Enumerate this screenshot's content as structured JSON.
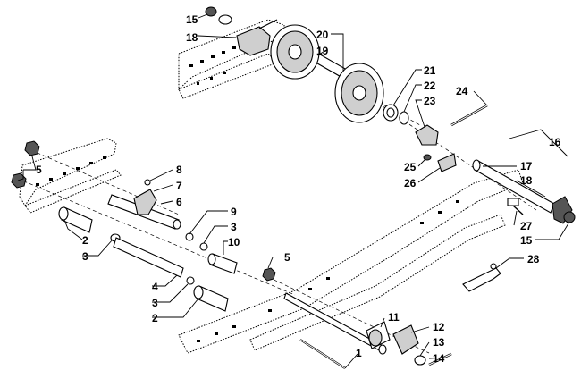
{
  "callouts": [
    {
      "id": "c15a",
      "label": "15"
    },
    {
      "id": "c18a",
      "label": "18"
    },
    {
      "id": "c20",
      "label": "20"
    },
    {
      "id": "c19",
      "label": "19"
    },
    {
      "id": "c21",
      "label": "21"
    },
    {
      "id": "c22",
      "label": "22"
    },
    {
      "id": "c23",
      "label": "23"
    },
    {
      "id": "c24",
      "label": "24"
    },
    {
      "id": "c16",
      "label": "16"
    },
    {
      "id": "c17",
      "label": "17"
    },
    {
      "id": "c18b",
      "label": "18"
    },
    {
      "id": "c25",
      "label": "25"
    },
    {
      "id": "c26",
      "label": "26"
    },
    {
      "id": "c27",
      "label": "27"
    },
    {
      "id": "c15b",
      "label": "15"
    },
    {
      "id": "c28",
      "label": "28"
    },
    {
      "id": "c5a",
      "label": "5"
    },
    {
      "id": "c8",
      "label": "8"
    },
    {
      "id": "c7",
      "label": "7"
    },
    {
      "id": "c6",
      "label": "6"
    },
    {
      "id": "c9",
      "label": "9"
    },
    {
      "id": "c3a",
      "label": "3"
    },
    {
      "id": "c10",
      "label": "10"
    },
    {
      "id": "c2a",
      "label": "2"
    },
    {
      "id": "c3b",
      "label": "3"
    },
    {
      "id": "c5b",
      "label": "5"
    },
    {
      "id": "c4",
      "label": "4"
    },
    {
      "id": "c3c",
      "label": "3"
    },
    {
      "id": "c2b",
      "label": "2"
    },
    {
      "id": "c11",
      "label": "11"
    },
    {
      "id": "c12",
      "label": "12"
    },
    {
      "id": "c13",
      "label": "13"
    },
    {
      "id": "c14",
      "label": "14"
    },
    {
      "id": "c1",
      "label": "1"
    }
  ]
}
